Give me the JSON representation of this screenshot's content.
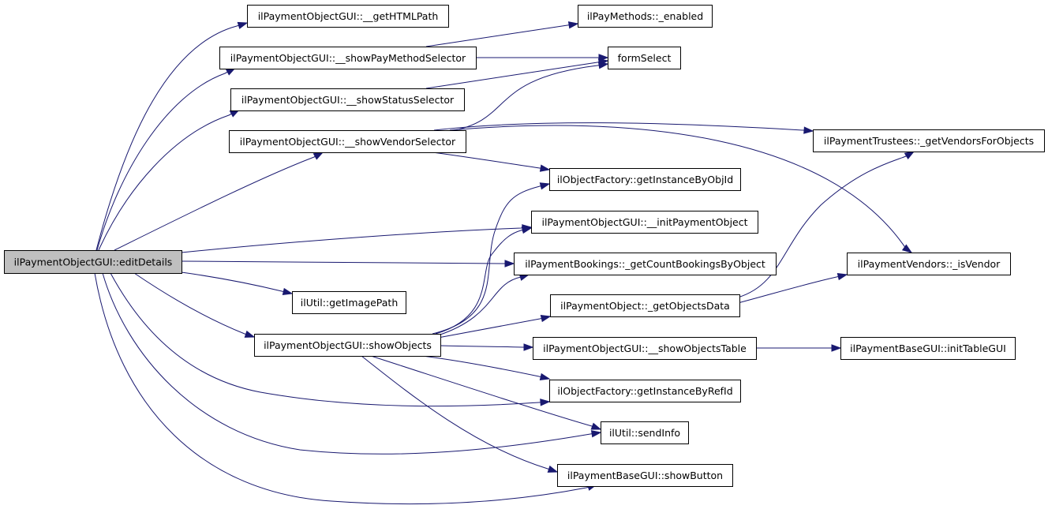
{
  "colors": {
    "edge": "#191970",
    "node_fill": "#ffffff",
    "root_fill": "#bfbfbf",
    "node_border": "#000000"
  },
  "nodes": {
    "root": "ilPaymentObjectGUI::editDetails",
    "getHTMLPath": "ilPaymentObjectGUI::__getHTMLPath",
    "payMethodSel": "ilPaymentObjectGUI::__showPayMethodSelector",
    "statusSel": "ilPaymentObjectGUI::__showStatusSelector",
    "vendorSel": "ilPaymentObjectGUI::__showVendorSelector",
    "initPayObj": "ilPaymentObjectGUI::__initPaymentObject",
    "getImagePath": "ilUtil::getImagePath",
    "showObjects": "ilPaymentObjectGUI::showObjects",
    "payEnabled": "ilPayMethods::_enabled",
    "formSelect": "formSelect",
    "byObjId": "ilObjectFactory::getInstanceByObjId",
    "countBookings": "ilPaymentBookings::_getCountBookingsByObject",
    "objectsData": "ilPaymentObject::_getObjectsData",
    "objectsTable": "ilPaymentObjectGUI::__showObjectsTable",
    "byRefId": "ilObjectFactory::getInstanceByRefId",
    "sendInfo": "ilUtil::sendInfo",
    "showButton": "ilPaymentBaseGUI::showButton",
    "trustees": "ilPaymentTrustees::_getVendorsForObjects",
    "isVendor": "ilPaymentVendors::_isVendor",
    "initTable": "ilPaymentBaseGUI::initTableGUI"
  },
  "edges": [
    [
      "root",
      "getHTMLPath"
    ],
    [
      "root",
      "payMethodSel"
    ],
    [
      "root",
      "statusSel"
    ],
    [
      "root",
      "vendorSel"
    ],
    [
      "root",
      "initPayObj"
    ],
    [
      "root",
      "countBookings"
    ],
    [
      "root",
      "getImagePath"
    ],
    [
      "root",
      "showObjects"
    ],
    [
      "root",
      "byRefId"
    ],
    [
      "root",
      "sendInfo"
    ],
    [
      "root",
      "showButton"
    ],
    [
      "getHTMLPath",
      "payEnabled"
    ],
    [
      "payMethodSel",
      "formSelect"
    ],
    [
      "statusSel",
      "formSelect"
    ],
    [
      "vendorSel",
      "formSelect"
    ],
    [
      "vendorSel",
      "trustees"
    ],
    [
      "vendorSel",
      "byObjId"
    ],
    [
      "vendorSel",
      "isVendor"
    ],
    [
      "showObjects",
      "byObjId"
    ],
    [
      "showObjects",
      "initPayObj"
    ],
    [
      "showObjects",
      "countBookings"
    ],
    [
      "showObjects",
      "objectsData"
    ],
    [
      "showObjects",
      "objectsTable"
    ],
    [
      "showObjects",
      "byRefId"
    ],
    [
      "showObjects",
      "sendInfo"
    ],
    [
      "showObjects",
      "showButton"
    ],
    [
      "objectsData",
      "trustees"
    ],
    [
      "objectsData",
      "isVendor"
    ],
    [
      "objectsTable",
      "initTable"
    ]
  ]
}
